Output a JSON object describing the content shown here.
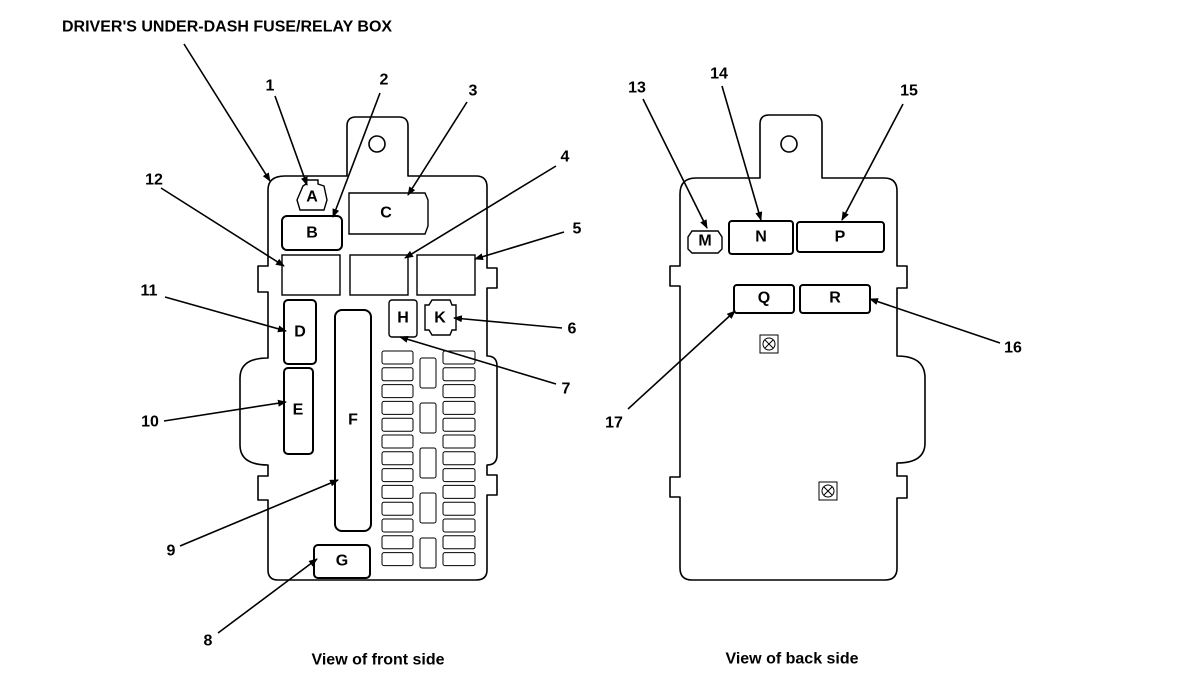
{
  "title": "DRIVER'S UNDER-DASH FUSE/RELAY BOX",
  "front": {
    "caption": "View of front side",
    "components": {
      "A": "A",
      "B": "B",
      "C": "C",
      "D": "D",
      "E": "E",
      "F": "F",
      "G": "G",
      "H": "H",
      "K": "K"
    },
    "callouts": {
      "n1": "1",
      "n2": "2",
      "n3": "3",
      "n4": "4",
      "n5": "5",
      "n6": "6",
      "n7": "7",
      "n8": "8",
      "n9": "9",
      "n10": "10",
      "n11": "11",
      "n12": "12"
    }
  },
  "back": {
    "caption": "View of back side",
    "components": {
      "M": "M",
      "N": "N",
      "P": "P",
      "Q": "Q",
      "R": "R"
    },
    "callouts": {
      "n13": "13",
      "n14": "14",
      "n15": "15",
      "n16": "16",
      "n17": "17"
    }
  }
}
